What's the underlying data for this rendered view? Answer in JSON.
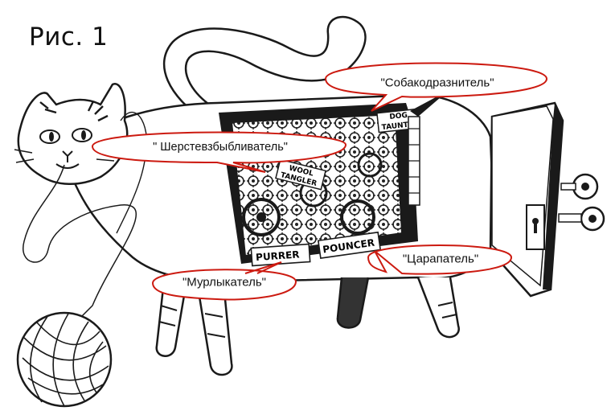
{
  "figure": {
    "label": "Рис. 1"
  },
  "callouts": {
    "dog_taunter": "\"Собакодразнитель\"",
    "wool_tangler": "\" Шерстевзбыбливатель\"",
    "scratcher": "\"Царапатель\"",
    "purrer": "\"Мурлыкатель\""
  },
  "machine_labels": {
    "dog": "DOG",
    "taunter": "TAUNTER",
    "wool": "WOOL",
    "tangler": "TANGLER",
    "purrer": "PURRER",
    "pouncer": "POUNCER"
  },
  "colors": {
    "bubble_fill": "#ffffff",
    "bubble_stroke": "#cc1a10",
    "ink": "#1a1a1a"
  }
}
